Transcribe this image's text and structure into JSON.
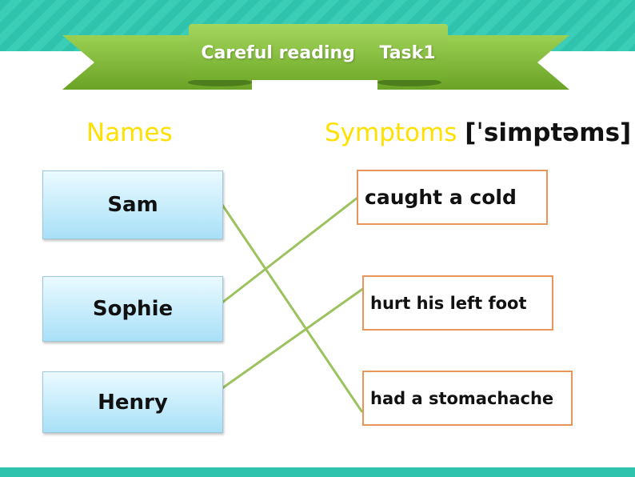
{
  "header": {
    "title": "Careful reading    Task1"
  },
  "columns": {
    "names_heading": "Names",
    "symptoms_heading": "Symptoms",
    "symptoms_pronunciation": "[ˈsimptəms]"
  },
  "names": [
    "Sam",
    "Sophie",
    "Henry"
  ],
  "symptoms": [
    "caught a cold",
    "hurt his left foot",
    "had a stomachache"
  ],
  "matches": [
    {
      "name": "Sam",
      "symptom": "had a stomachache"
    },
    {
      "name": "Sophie",
      "symptom": "caught a cold"
    },
    {
      "name": "Henry",
      "symptom": "hurt his left foot"
    }
  ],
  "colors": {
    "band": "#2fc3ad",
    "ribbon": "#8dc63f",
    "heading": "#ffe000",
    "link_line": "#9cc25e",
    "symptom_border": "#e8955a"
  }
}
